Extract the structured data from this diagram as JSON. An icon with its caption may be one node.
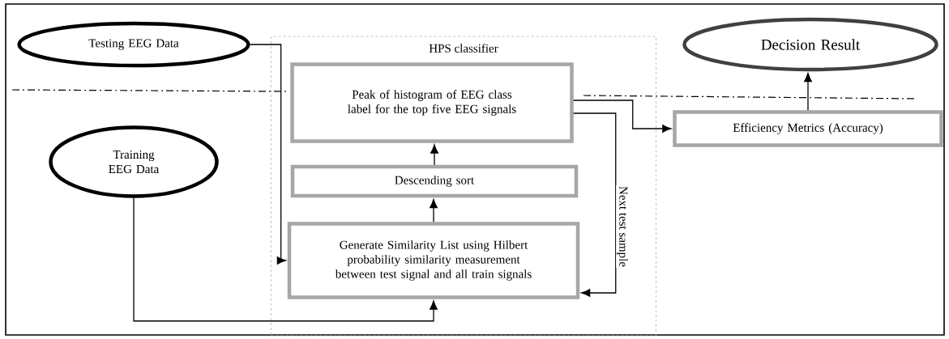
{
  "diagram": {
    "nodes": [
      {
        "text": [
          "Testing EEG Data"
        ]
      },
      {
        "text": [
          "Training EEG Data"
        ]
      },
      {
        "text": [
          "HPS classifier"
        ]
      },
      {
        "text": [
          "Peak of histogram of EEG class label for the top five EEG signals"
        ],
        "in": 2
      },
      {
        "text": [
          "Descending sort"
        ],
        "in": 2
      },
      {
        "text": [
          "Generate Similarity List using Hilbert probability similarity measurement between test signal and all train signals"
        ],
        "in": 2
      },
      {
        "text": [
          "Decision Result"
        ]
      },
      {
        "text": [
          "Efficiency Metrics (Accuracy)"
        ]
      }
    ],
    "edges": [
      {
        "from": 0,
        "to": 5,
        "arrow": "to"
      },
      {
        "from": 1,
        "to": 5,
        "arrow": "to"
      },
      {
        "from": 5,
        "to": 4,
        "arrow": "to"
      },
      {
        "from": 4,
        "to": 3,
        "arrow": "to"
      },
      {
        "from": 3,
        "to": 7,
        "arrow": "to"
      },
      {
        "from": 3,
        "to": 5,
        "arrow": "to",
        "label": "Next test sample"
      },
      {
        "from": 7,
        "to": 6,
        "arrow": "to"
      }
    ]
  }
}
